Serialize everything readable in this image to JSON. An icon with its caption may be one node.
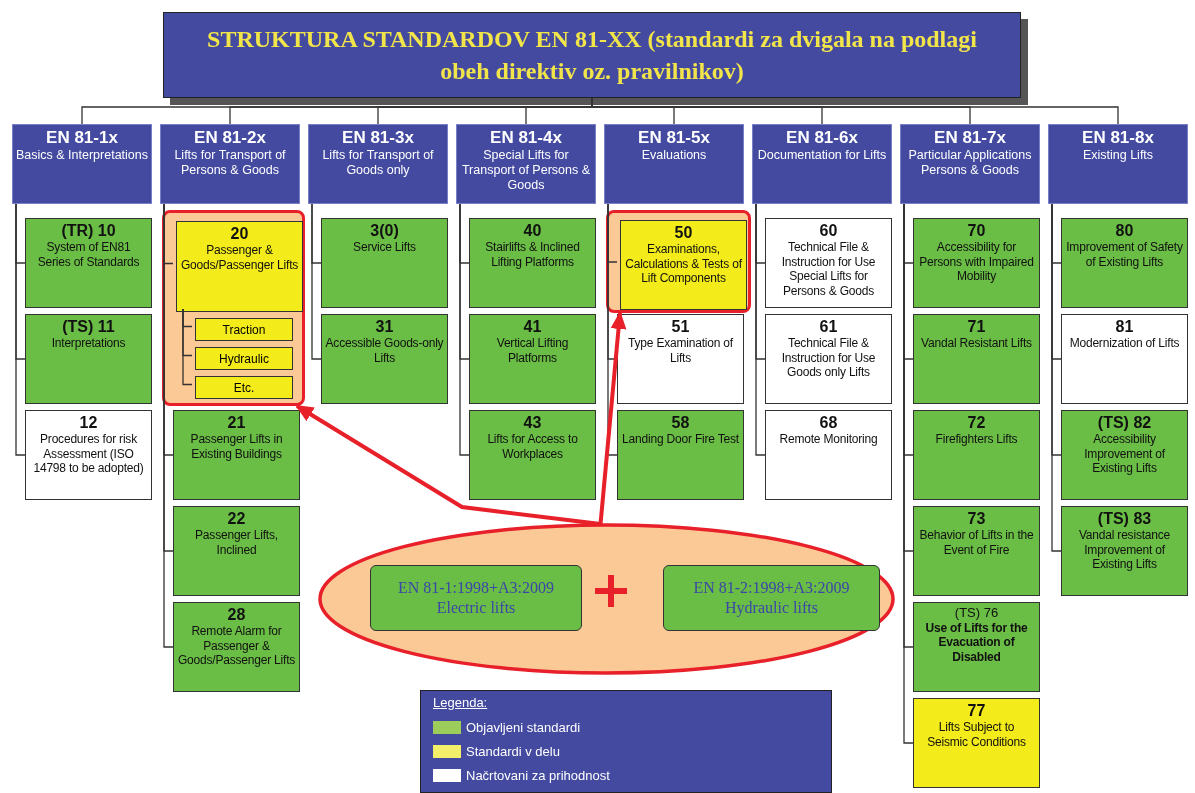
{
  "diagram": {
    "nodes": [
      {
        "text": [
          "STRUKTURA STANDARDOV EN 81-XX (standardi za dvigala na podlagi obeh direktiv oz. pravilnikov)"
        ]
      },
      {
        "text": [
          "EN 81-1x",
          "Basics & Interpretations"
        ]
      },
      {
        "text": [
          "EN 81-2x",
          "Lifts for Transport of Persons & Goods"
        ]
      },
      {
        "text": [
          "EN 81-3x",
          "Lifts for Transport of Goods only"
        ]
      },
      {
        "text": [
          "EN 81-4x",
          "Special Lifts for Transport of Persons & Goods"
        ]
      },
      {
        "text": [
          "EN 81-5x",
          "Evaluations"
        ]
      },
      {
        "text": [
          "EN 81-6x",
          "Documentation for Lifts"
        ]
      },
      {
        "text": [
          "EN 81-7x",
          "Particular Applications Persons & Goods"
        ]
      },
      {
        "text": [
          "EN 81-8x",
          "Existing Lifts"
        ]
      },
      {
        "text": [
          "(TR) 10",
          "System of EN81 Series of Standards"
        ]
      },
      {
        "text": [
          "(TS) 11",
          "Interpretations"
        ]
      },
      {
        "text": [
          "12",
          "Procedures for risk Assessment (ISO 14798 to be adopted)"
        ]
      },
      {
        "text": [],
        "shape": "box"
      },
      {
        "text": [
          "20",
          "Passenger & Goods/Passenger Lifts"
        ],
        "in": 12
      },
      {
        "text": [
          "Traction"
        ],
        "in": 12
      },
      {
        "text": [
          "Hydraulic"
        ],
        "in": 12
      },
      {
        "text": [
          "Etc."
        ],
        "in": 12
      },
      {
        "text": [
          "21",
          "Passenger Lifts in Existing Buildings"
        ]
      },
      {
        "text": [
          "22",
          "Passenger Lifts, Inclined"
        ]
      },
      {
        "text": [
          "28",
          "Remote Alarm for Passenger & Goods/Passenger Lifts"
        ]
      },
      {
        "text": [
          "3(0)",
          "Service Lifts"
        ]
      },
      {
        "text": [
          "31",
          "Accessible Goods-only Lifts"
        ]
      },
      {
        "text": [
          "40",
          "Stairlifts & Inclined Lifting Platforms"
        ]
      },
      {
        "text": [
          "41",
          "Vertical Lifting Platforms"
        ]
      },
      {
        "text": [
          "43",
          "Lifts for Access to Workplaces"
        ]
      },
      {
        "text": [],
        "shape": "box"
      },
      {
        "text": [
          "50",
          "Examinations, Calculations & Tests of Lift Components"
        ],
        "in": 25
      },
      {
        "text": [
          "51",
          "Type Examination of Lifts"
        ]
      },
      {
        "text": [
          "58",
          "Landing Door Fire Test"
        ]
      },
      {
        "text": [
          "60",
          "Technical File & Instruction for Use Special Lifts for Persons & Goods"
        ]
      },
      {
        "text": [
          "61",
          "Technical File & Instruction for Use Goods only Lifts"
        ]
      },
      {
        "text": [
          "68",
          "Remote Monitoring"
        ]
      },
      {
        "text": [
          "70",
          "Accessibility for Persons with Impaired Mobility"
        ]
      },
      {
        "text": [
          "71",
          "Vandal Resistant Lifts"
        ]
      },
      {
        "text": [
          "72",
          "Firefighters Lifts"
        ]
      },
      {
        "text": [
          "73",
          "Behavior of Lifts in the Event of Fire"
        ]
      },
      {
        "text": [
          "(TS) 76",
          "Use of Lifts for the Evacuation of Disabled"
        ]
      },
      {
        "text": [
          "77",
          "Lifts Subject to Seismic Conditions"
        ]
      },
      {
        "text": [
          "80",
          "Improvement of Safety of Existing Lifts"
        ]
      },
      {
        "text": [
          "81",
          "Modernization of Lifts"
        ]
      },
      {
        "text": [
          "(TS) 82",
          "Accessibility Improvement of Existing Lifts"
        ]
      },
      {
        "text": [
          "(TS) 83",
          "Vandal resistance Improvement of Existing Lifts"
        ]
      },
      {
        "text": [],
        "shape": "ellipse"
      },
      {
        "text": [
          "EN 81-1:1998+A3:2009",
          "Electric lifts"
        ],
        "in": 42
      },
      {
        "text": [
          "EN 81-2:1998+A3:2009",
          "Hydraulic lifts"
        ],
        "in": 42
      }
    ],
    "edges": [
      {
        "from": 0,
        "to": 1,
        "arrow": "none"
      },
      {
        "from": 0,
        "to": 2,
        "arrow": "none"
      },
      {
        "from": 0,
        "to": 3,
        "arrow": "none"
      },
      {
        "from": 0,
        "to": 4,
        "arrow": "none"
      },
      {
        "from": 0,
        "to": 5,
        "arrow": "none"
      },
      {
        "from": 0,
        "to": 6,
        "arrow": "none"
      },
      {
        "from": 0,
        "to": 7,
        "arrow": "none"
      },
      {
        "from": 0,
        "to": 8,
        "arrow": "none"
      },
      {
        "from": 1,
        "to": 9,
        "arrow": "none"
      },
      {
        "from": 1,
        "to": 10,
        "arrow": "none"
      },
      {
        "from": 1,
        "to": 11,
        "arrow": "none"
      },
      {
        "from": 2,
        "to": 13,
        "arrow": "none"
      },
      {
        "from": 13,
        "to": 14,
        "arrow": "none"
      },
      {
        "from": 13,
        "to": 15,
        "arrow": "none"
      },
      {
        "from": 13,
        "to": 16,
        "arrow": "none"
      },
      {
        "from": 2,
        "to": 17,
        "arrow": "none"
      },
      {
        "from": 2,
        "to": 18,
        "arrow": "none"
      },
      {
        "from": 2,
        "to": 19,
        "arrow": "none"
      },
      {
        "from": 3,
        "to": 20,
        "arrow": "none"
      },
      {
        "from": 3,
        "to": 21,
        "arrow": "none"
      },
      {
        "from": 4,
        "to": 22,
        "arrow": "none"
      },
      {
        "from": 4,
        "to": 23,
        "arrow": "none"
      },
      {
        "from": 4,
        "to": 24,
        "arrow": "none"
      },
      {
        "from": 5,
        "to": 26,
        "arrow": "none"
      },
      {
        "from": 5,
        "to": 27,
        "arrow": "none"
      },
      {
        "from": 5,
        "to": 28,
        "arrow": "none"
      },
      {
        "from": 6,
        "to": 29,
        "arrow": "none"
      },
      {
        "from": 6,
        "to": 30,
        "arrow": "none"
      },
      {
        "from": 6,
        "to": 31,
        "arrow": "none"
      },
      {
        "from": 7,
        "to": 32,
        "arrow": "none"
      },
      {
        "from": 7,
        "to": 33,
        "arrow": "none"
      },
      {
        "from": 7,
        "to": 34,
        "arrow": "none"
      },
      {
        "from": 7,
        "to": 35,
        "arrow": "none"
      },
      {
        "from": 7,
        "to": 36,
        "arrow": "none"
      },
      {
        "from": 7,
        "to": 37,
        "arrow": "none"
      },
      {
        "from": 8,
        "to": 38,
        "arrow": "none"
      },
      {
        "from": 8,
        "to": 39,
        "arrow": "none"
      },
      {
        "from": 8,
        "to": 40,
        "arrow": "none"
      },
      {
        "from": 8,
        "to": 41,
        "arrow": "none"
      },
      {
        "from": 42,
        "to": 12,
        "arrow": "to",
        "style": "thick",
        "color": "#e8202a"
      },
      {
        "from": 42,
        "to": 25,
        "arrow": "to",
        "style": "thick",
        "color": "#e8202a"
      }
    ],
    "labels": [
      "Legenda:"
    ],
    "legend": [
      {
        "text": "Objavljeni standardi",
        "color": "#9ccc5a"
      },
      {
        "text": "Standardi v delu",
        "color": "#f4ef6a"
      },
      {
        "text": "Načrtovani za prihodnost",
        "color": "#ffffff"
      }
    ]
  }
}
